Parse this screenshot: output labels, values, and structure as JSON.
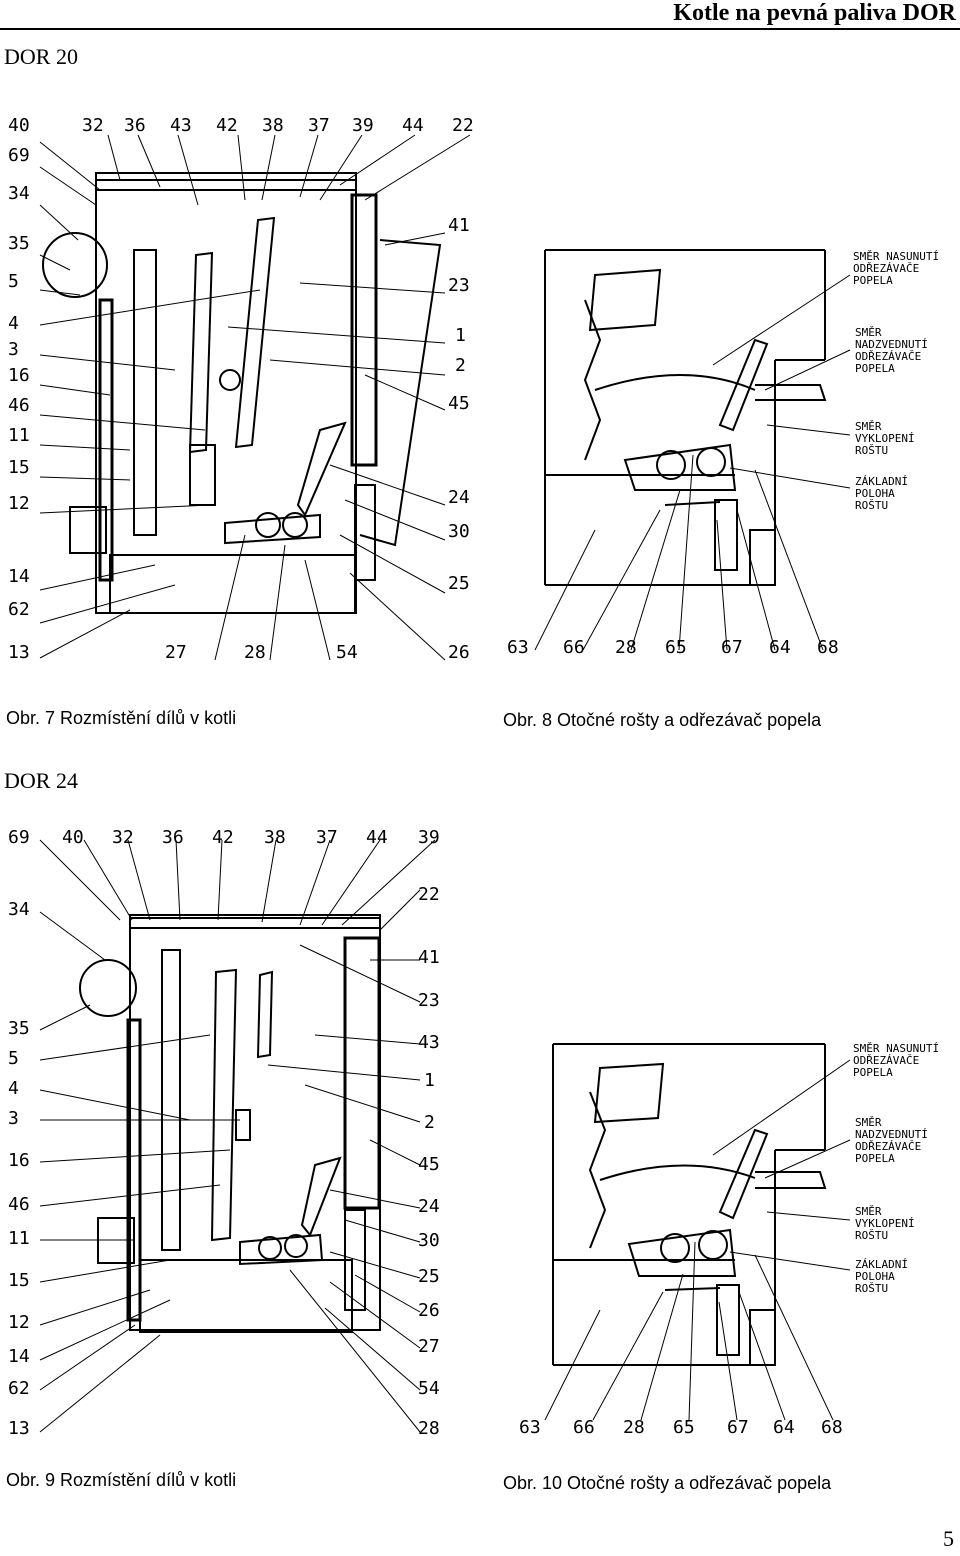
{
  "header": {
    "title": "Kotle na pevná paliva DOR"
  },
  "sections": [
    {
      "title": "DOR 20"
    },
    {
      "title": "DOR 24"
    }
  ],
  "figures": {
    "fig7": {
      "caption": "Obr. 7 Rozmístění dílů v kotli",
      "labels": [
        "40",
        "32",
        "36",
        "43",
        "42",
        "38",
        "37",
        "39",
        "44",
        "22",
        "69",
        "34",
        "41",
        "35",
        "23",
        "5",
        "4",
        "1",
        "3",
        "2",
        "16",
        "46",
        "45",
        "11",
        "15",
        "24",
        "12",
        "30",
        "14",
        "25",
        "62",
        "13",
        "27",
        "28",
        "54",
        "26"
      ]
    },
    "fig8": {
      "caption": "Obr. 8 Otočné rošty a odřezávač popela",
      "notes": [
        [
          "SMĚR NASUNUTÍ",
          "ODŘEZÁVAČE",
          "POPELA"
        ],
        [
          "SMĚR",
          "NADZVEDNUTÍ",
          "ODŘEZÁVAČE",
          "POPELA"
        ],
        [
          "SMĚR",
          "VYKLOPENÍ",
          "ROŠTU"
        ],
        [
          "ZÁKLADNÍ",
          "POLOHA",
          "ROŠTU"
        ]
      ],
      "labels": [
        "63",
        "66",
        "28",
        "65",
        "67",
        "64",
        "68"
      ]
    },
    "fig9": {
      "caption": "Obr. 9 Rozmístění dílů v kotli",
      "labels": [
        "69",
        "40",
        "32",
        "36",
        "42",
        "38",
        "37",
        "44",
        "39",
        "22",
        "34",
        "41",
        "23",
        "35",
        "43",
        "5",
        "1",
        "4",
        "3",
        "2",
        "16",
        "45",
        "46",
        "24",
        "11",
        "30",
        "15",
        "25",
        "12",
        "26",
        "14",
        "27",
        "62",
        "54",
        "13",
        "28"
      ]
    },
    "fig10": {
      "caption": "Obr. 10 Otočné rošty a odřezávač popela",
      "notes": [
        [
          "SMĚR NASUNUTÍ",
          "ODŘEZÁVAČE",
          "POPELA"
        ],
        [
          "SMĚR",
          "NADZVEDNUTÍ",
          "ODŘEZÁVAČE",
          "POPELA"
        ],
        [
          "SMĚR",
          "VYKLOPENÍ",
          "ROŠTU"
        ],
        [
          "ZÁKLADNÍ",
          "POLOHA",
          "ROŠTU"
        ]
      ],
      "labels": [
        "63",
        "66",
        "28",
        "65",
        "67",
        "64",
        "68"
      ]
    }
  },
  "page_number": "5"
}
